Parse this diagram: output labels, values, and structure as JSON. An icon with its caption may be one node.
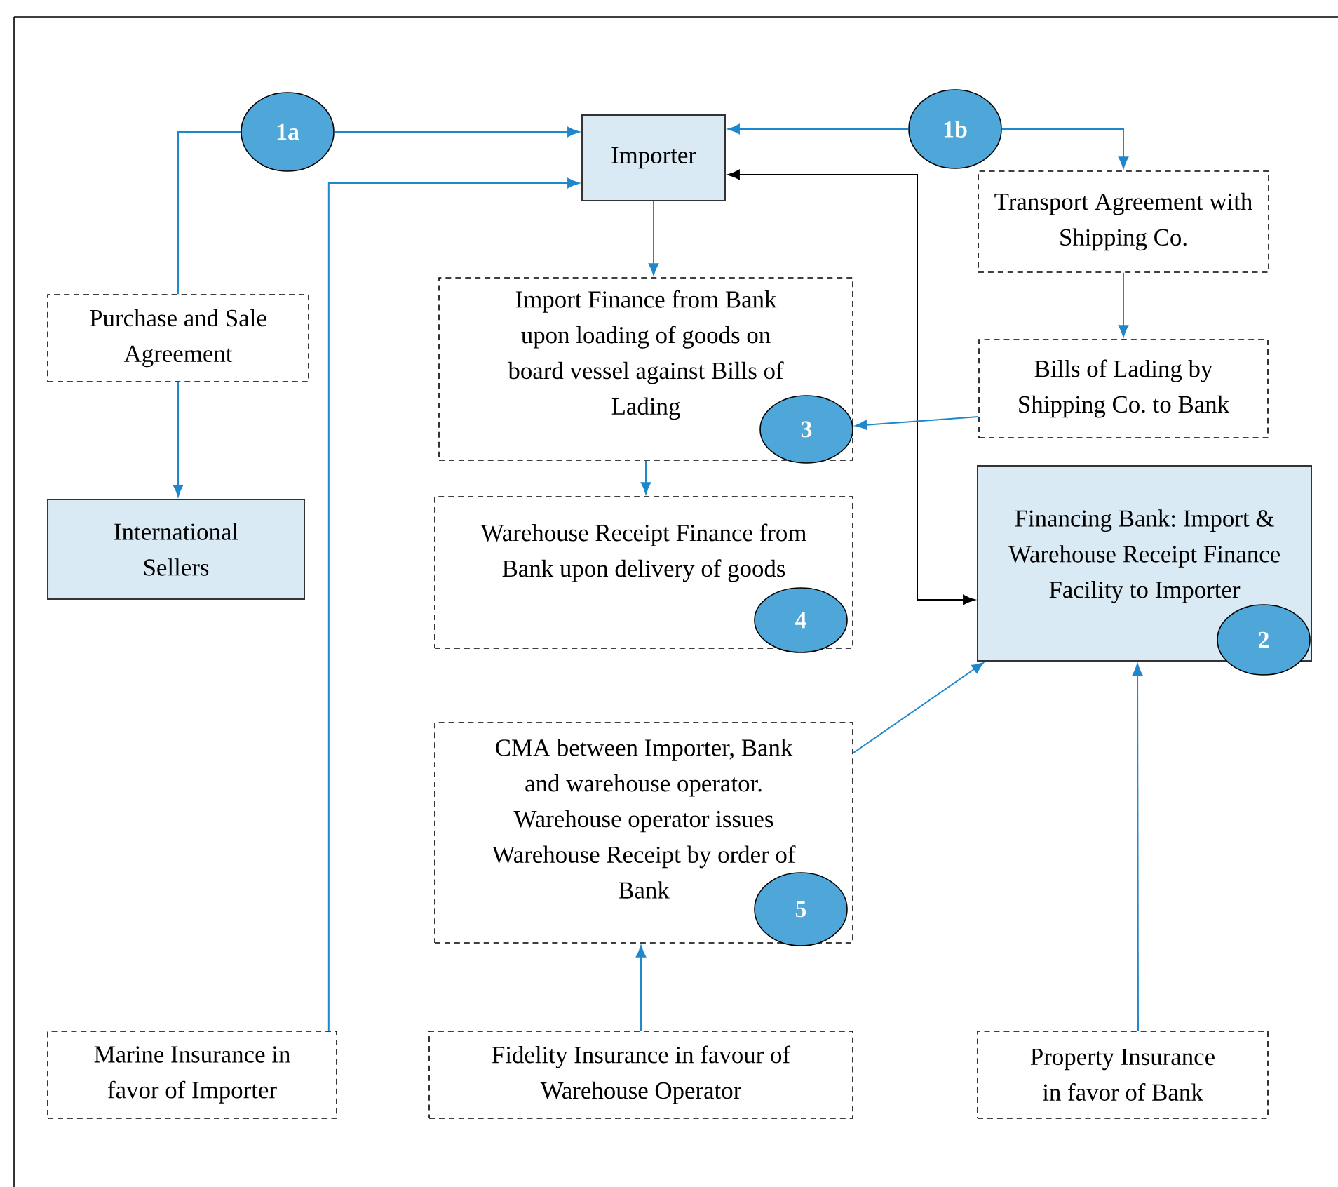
{
  "diagram": {
    "nodes": [
      {
        "text": [
          "1a"
        ]
      },
      {
        "text": [
          "Importer"
        ]
      },
      {
        "text": [
          "1b"
        ]
      },
      {
        "text": [
          "Purchase and Sale Agreement"
        ]
      },
      {
        "text": [
          "Transport Agreement with Shipping Co."
        ]
      },
      {
        "text": [
          "Import Finance from Bank upon loading of goods on board vessel against Bills of Lading"
        ]
      },
      {
        "text": [
          "3"
        ],
        "in": 5
      },
      {
        "text": [
          "Bills of Lading by Shipping Co. to Bank"
        ]
      },
      {
        "text": [
          "International Sellers"
        ]
      },
      {
        "text": [
          "Warehouse Receipt Finance from Bank upon delivery of goods"
        ]
      },
      {
        "text": [
          "4"
        ],
        "in": 9
      },
      {
        "text": [
          "Financing Bank: Import & Warehouse Receipt Finance Facility to Importer"
        ]
      },
      {
        "text": [
          "2"
        ]
      },
      {
        "text": [
          "CMA between Importer, Bank and warehouse operator. Warehouse operator issues Warehouse Receipt by order of Bank"
        ]
      },
      {
        "text": [
          "5"
        ],
        "in": 13
      },
      {
        "text": [
          "Marine Insurance in favor of Importer"
        ]
      },
      {
        "text": [
          "Fidelity Insurance in favour of Warehouse Operator"
        ]
      },
      {
        "text": [
          "Property Insurance in favor of Bank"
        ]
      }
    ],
    "edges": [
      {
        "from": 3,
        "to": 0,
        "arrow": "none"
      },
      {
        "from": 0,
        "to": 1,
        "arrow": "to"
      },
      {
        "from": 3,
        "to": 8,
        "arrow": "to"
      },
      {
        "from": 15,
        "to": 1,
        "arrow": "to"
      },
      {
        "from": 2,
        "to": 1,
        "arrow": "to"
      },
      {
        "from": 2,
        "to": 4,
        "arrow": "to"
      },
      {
        "from": 1,
        "to": 11,
        "arrow": "both",
        "color": "#000000"
      },
      {
        "from": 1,
        "to": 5,
        "arrow": "to"
      },
      {
        "from": 5,
        "to": 9,
        "arrow": "to"
      },
      {
        "from": 4,
        "to": 7,
        "arrow": "to"
      },
      {
        "from": 7,
        "to": 6,
        "arrow": "to"
      },
      {
        "from": 13,
        "to": 11,
        "arrow": "to"
      },
      {
        "from": 16,
        "to": 13,
        "arrow": "to"
      },
      {
        "from": 17,
        "to": 11,
        "arrow": "to"
      }
    ]
  }
}
